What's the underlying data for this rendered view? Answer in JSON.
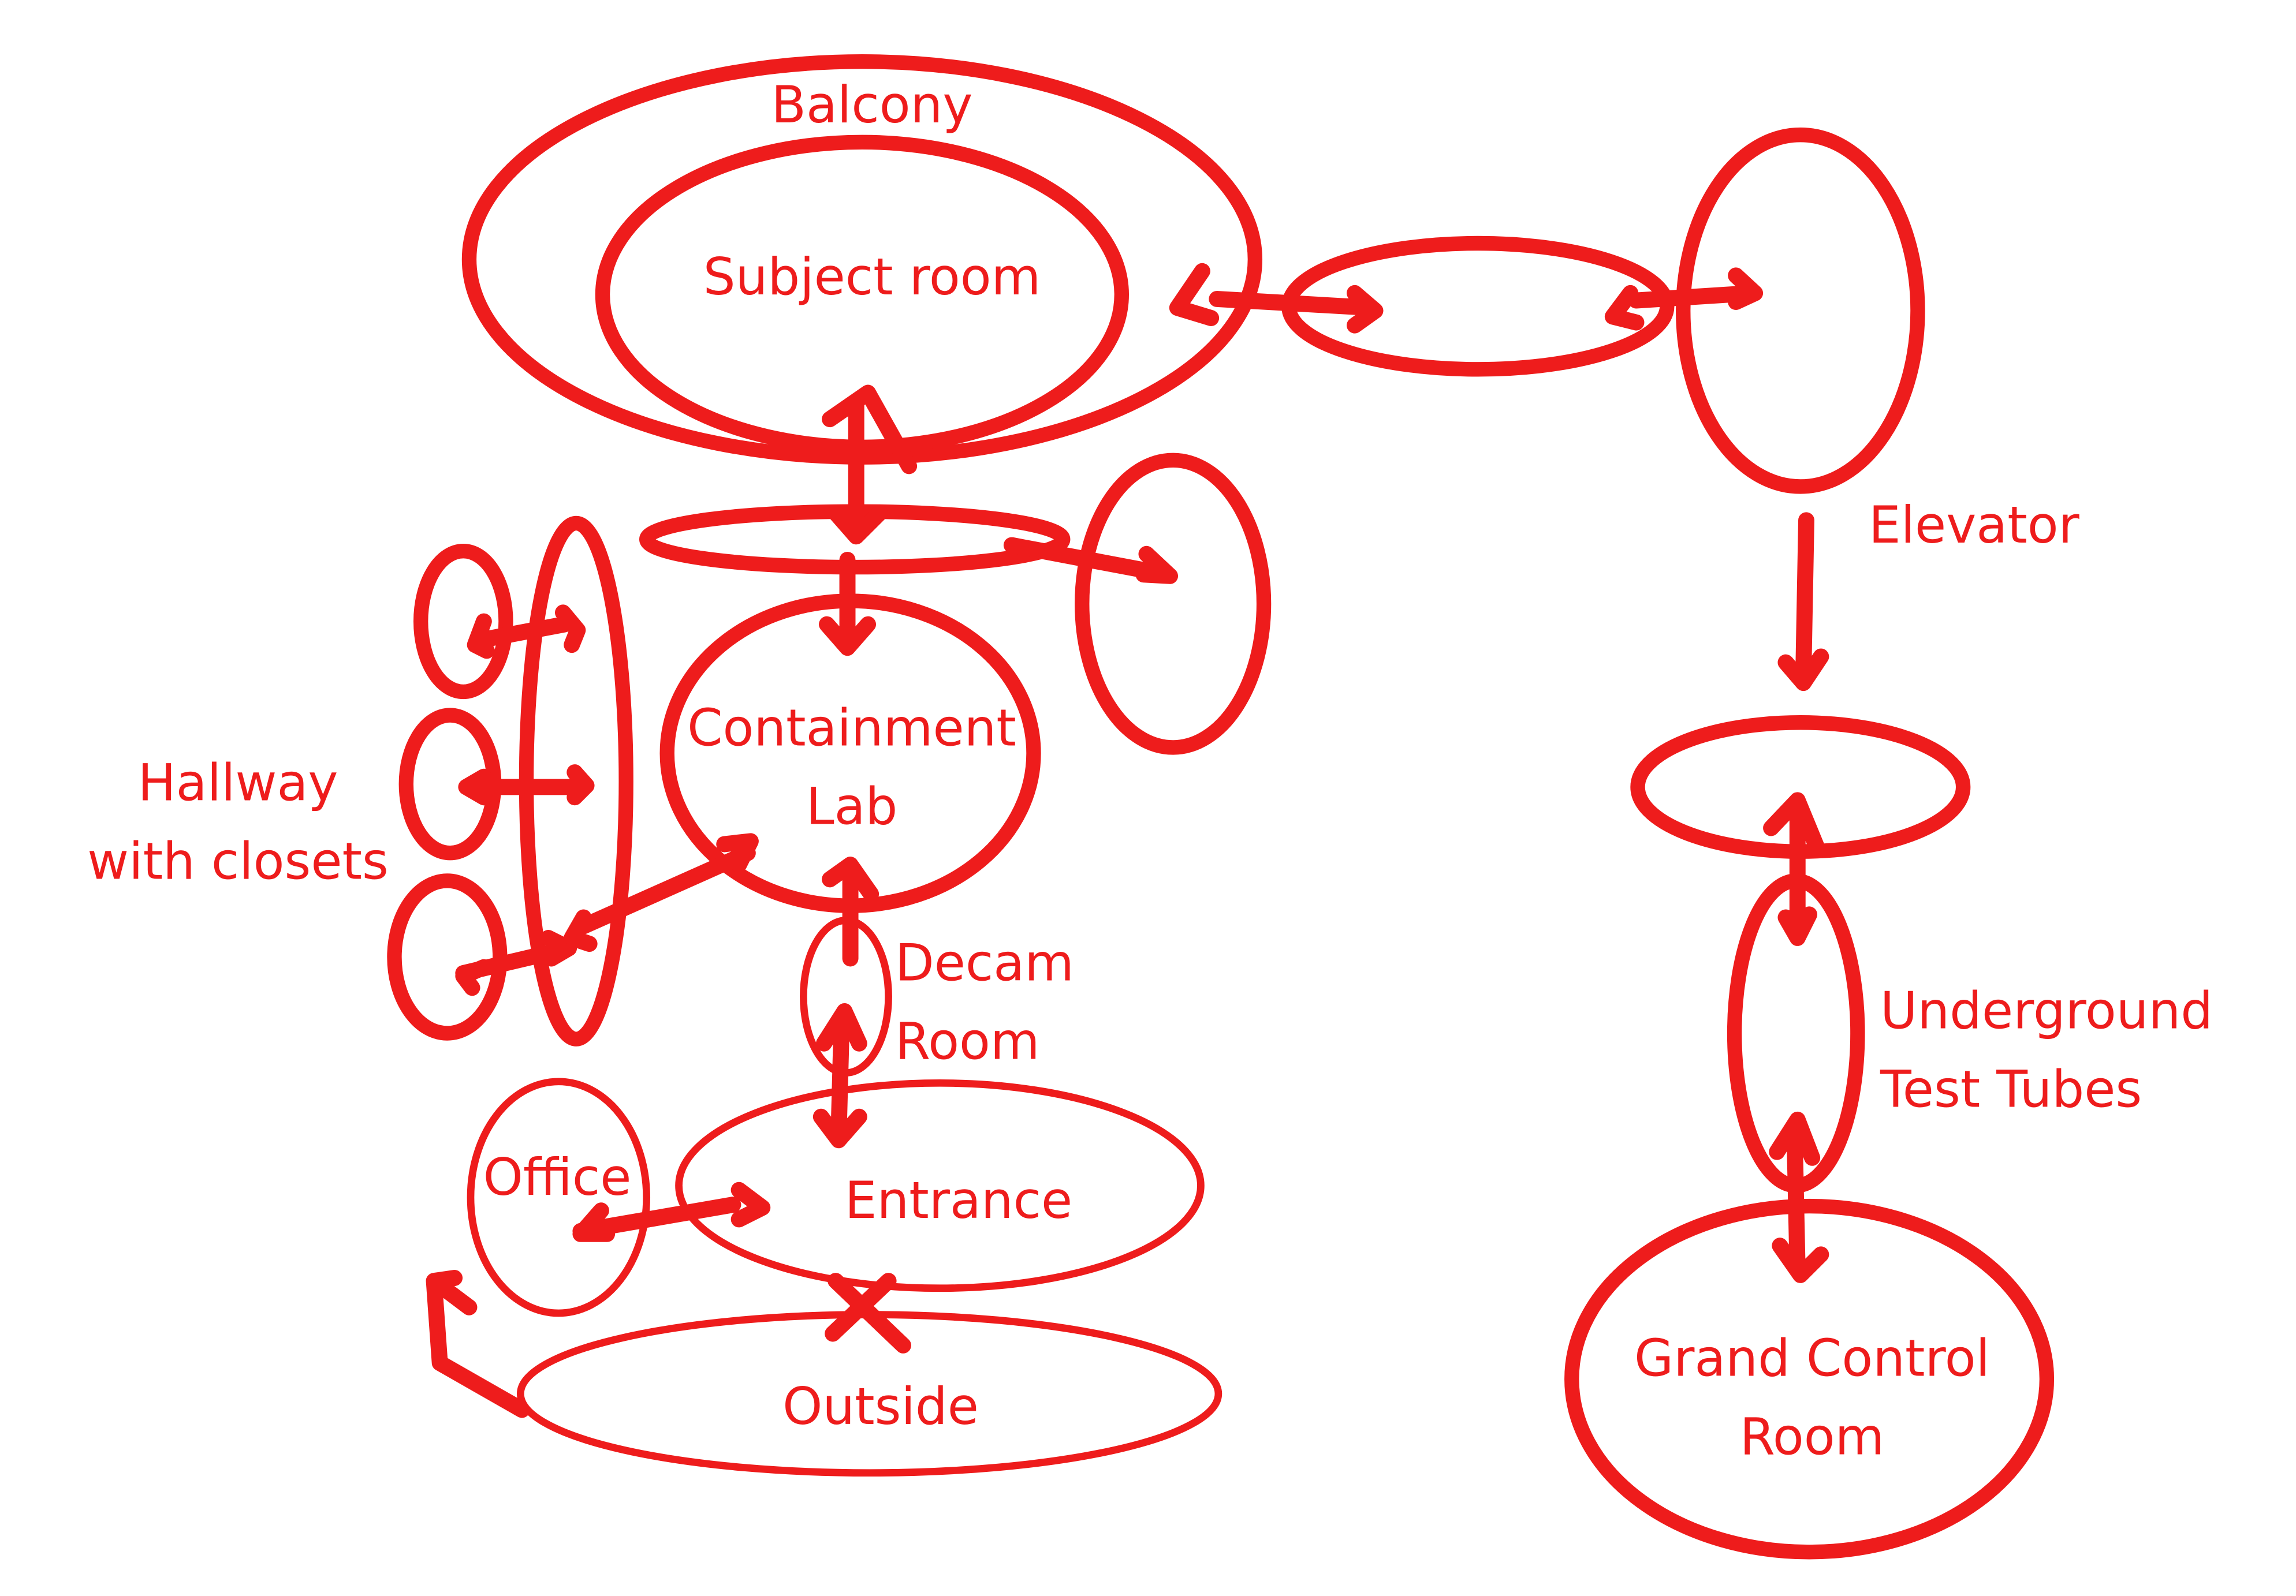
{
  "colors": {
    "ink": "#ee1c1c",
    "background": "#ffffff"
  },
  "labels": {
    "balcony": "Balcony",
    "subject_room": "Subject room",
    "elevator": "Elevator",
    "containment_lab": "Containment\nLab",
    "hallway": "Hallway\nwith closets",
    "decam_room": "Decam\nRoom",
    "underground_test_tubes": "Underground\nTest Tubes",
    "office": "Office",
    "entrance": "Entrance",
    "outside": "Outside",
    "grand_control_room": "Grand Control\nRoom"
  }
}
